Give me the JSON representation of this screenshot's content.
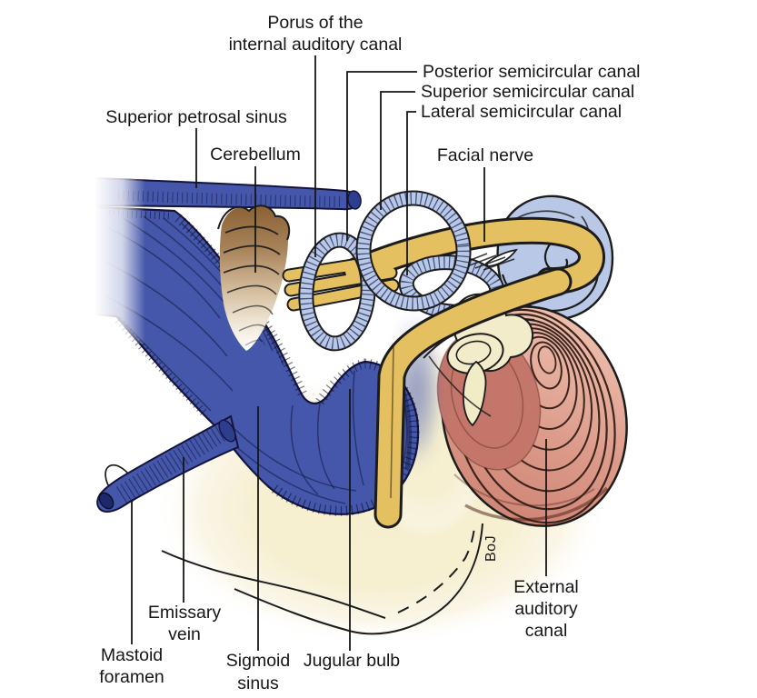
{
  "figure": {
    "signature": "BoJ",
    "background_color": "#ffffff"
  },
  "labels": {
    "porus": {
      "line1": "Porus of the",
      "line2": "internal auditory canal"
    },
    "posterior_semicircular_canal": "Posterior semicircular canal",
    "superior_semicircular_canal": "Superior semicircular canal",
    "lateral_semicircular_canal": "Lateral semicircular canal",
    "superior_petrosal_sinus": "Superior petrosal sinus",
    "cerebellum": "Cerebellum",
    "facial_nerve": "Facial nerve",
    "emissary_vein": {
      "line1": "Emissary",
      "line2": "vein"
    },
    "mastoid_foramen": {
      "line1": "Mastoid",
      "line2": "foramen"
    },
    "sigmoid_sinus": {
      "line1": "Sigmoid",
      "line2": "sinus"
    },
    "jugular_bulb": "Jugular bulb",
    "external_auditory_canal": {
      "line1": "External",
      "line2": "auditory",
      "line3": "canal"
    }
  },
  "colors": {
    "venous_blue": "#4557ab",
    "venous_blue_dark": "#2e3e8e",
    "labyrinth_light_blue": "#bac8e8",
    "facial_nerve_yellow": "#e4c060",
    "cerebellum_brown": "#8a6134",
    "external_canal_pink": "#d99282",
    "tympanic_pink_dark": "#c4766a",
    "ossicle_cream": "#f2ecca",
    "skull_base_cream": "#f6efd0",
    "outline": "#1c1c1c"
  }
}
